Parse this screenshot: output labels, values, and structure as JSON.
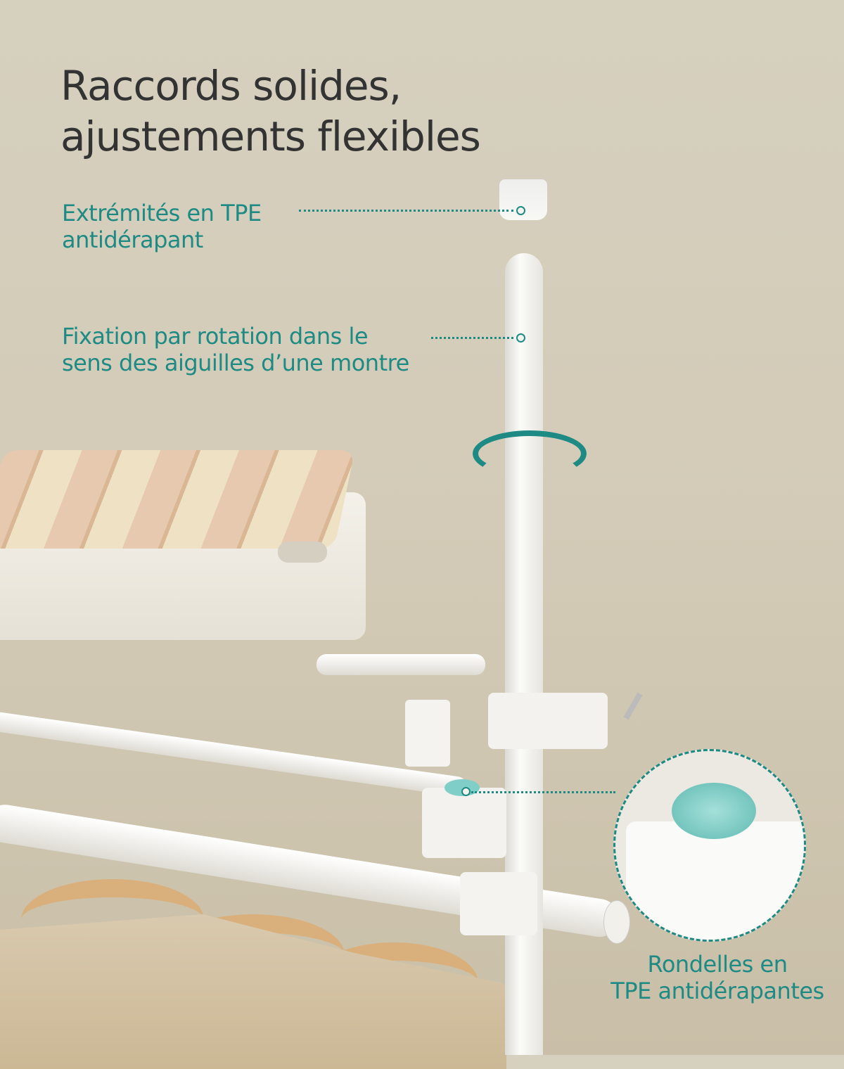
{
  "title": {
    "line1": "Raccords solides,",
    "line2": "ajustements flexibles"
  },
  "callouts": [
    {
      "line1": "Extrémités en TPE",
      "line2": "antidérapant"
    },
    {
      "line1": "Fixation par rotation dans le",
      "line2": "sens des aiguilles d’une montre"
    },
    {
      "line1": "Rondelles en",
      "line2": "TPE antidérapantes"
    }
  ],
  "colors": {
    "accent": "#1e8a84",
    "background": "#d6d0bf",
    "title": "#333333"
  }
}
